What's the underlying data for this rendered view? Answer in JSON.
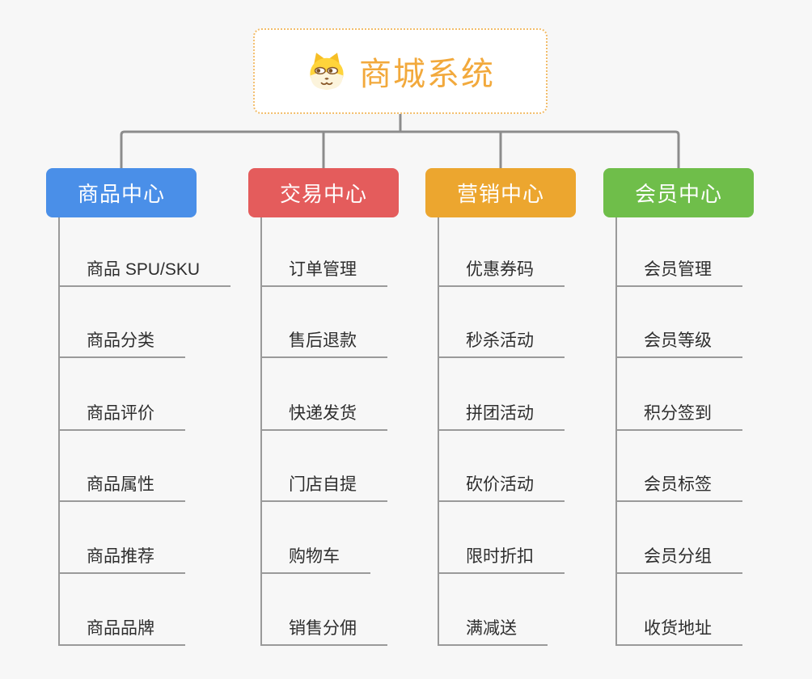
{
  "page": {
    "background": "#F7F7F7",
    "connector_color": "#8C8C8C",
    "branch_line_color": "#9A9A9A",
    "text_color": "#2E2E2E"
  },
  "root": {
    "icon": "dog-mascot-icon",
    "title": "商城系统",
    "title_color": "#F2A93C",
    "border_color": "#F2BD6B",
    "background": "#FFFFFF"
  },
  "sections": [
    {
      "title": "商品中心",
      "color": "#4A8FE8",
      "items": [
        "商品 SPU/SKU",
        "商品分类",
        "商品评价",
        "商品属性",
        "商品推荐",
        "商品品牌"
      ]
    },
    {
      "title": "交易中心",
      "color": "#E45C5C",
      "items": [
        "订单管理",
        "售后退款",
        "快递发货",
        "门店自提",
        "购物车",
        "销售分佣"
      ]
    },
    {
      "title": "营销中心",
      "color": "#ECA62F",
      "items": [
        "优惠券码",
        "秒杀活动",
        "拼团活动",
        "砍价活动",
        "限时折扣",
        "满减送"
      ]
    },
    {
      "title": "会员中心",
      "color": "#6FBE4A",
      "items": [
        "会员管理",
        "会员等级",
        "积分签到",
        "会员标签",
        "会员分组",
        "收货地址"
      ]
    }
  ]
}
